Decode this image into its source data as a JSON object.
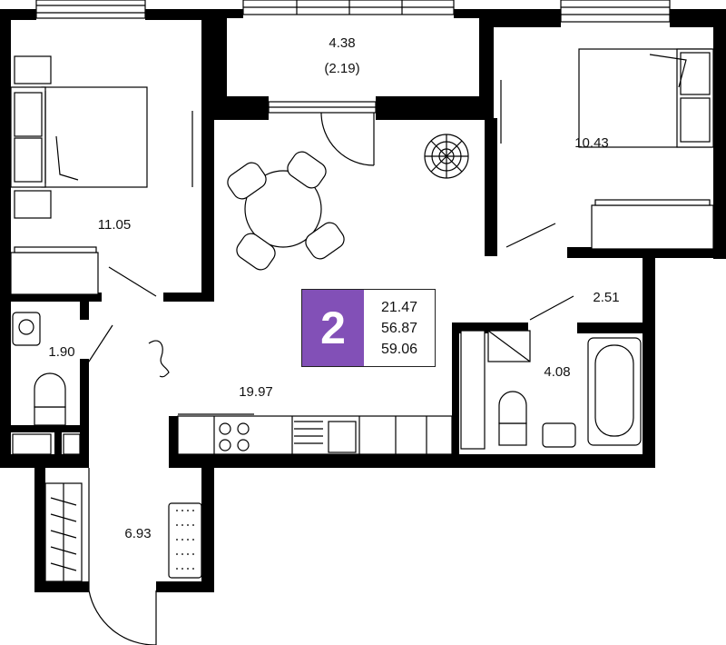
{
  "rooms": {
    "balcony": {
      "area": "4.38",
      "area_reduced": "(2.19)"
    },
    "bedroom_left": {
      "area": "11.05"
    },
    "bedroom_right": {
      "area": "10.43"
    },
    "living_kitchen": {
      "area": "19.97"
    },
    "bathroom_small": {
      "area": "1.90"
    },
    "bathroom_main": {
      "area": "4.08"
    },
    "storage": {
      "area": "2.51"
    },
    "hallway": {
      "area": "6.93"
    }
  },
  "summary": {
    "rooms_count": "2",
    "living_area": "21.47",
    "total_area": "56.87",
    "area_with_balcony": "59.06",
    "accent_color": "#8250b7"
  }
}
